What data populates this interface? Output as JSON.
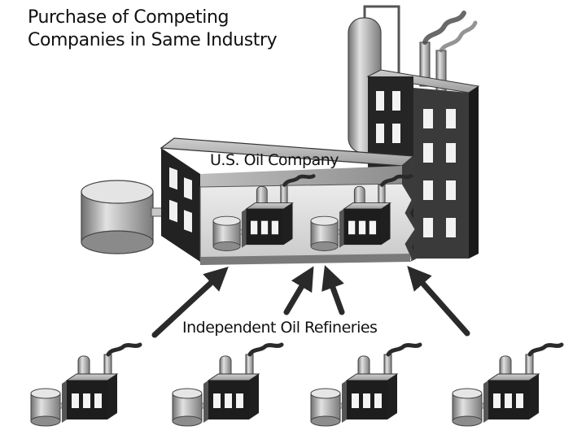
{
  "title_lines": [
    "Purchase of Competing",
    "Companies in Same Industry"
  ],
  "company_label": "U.S. Oil Company",
  "refineries_label": "Independent Oil Refineries",
  "icons": {
    "company": "factory-icon",
    "refinery": "refinery-icon",
    "tank": "storage-tank-icon",
    "arrow": "arrow-icon"
  },
  "colors": {
    "dark": "#2b2b2b",
    "mid": "#8a8a8a",
    "light": "#d6d6d6",
    "paper": "#ffffff"
  }
}
